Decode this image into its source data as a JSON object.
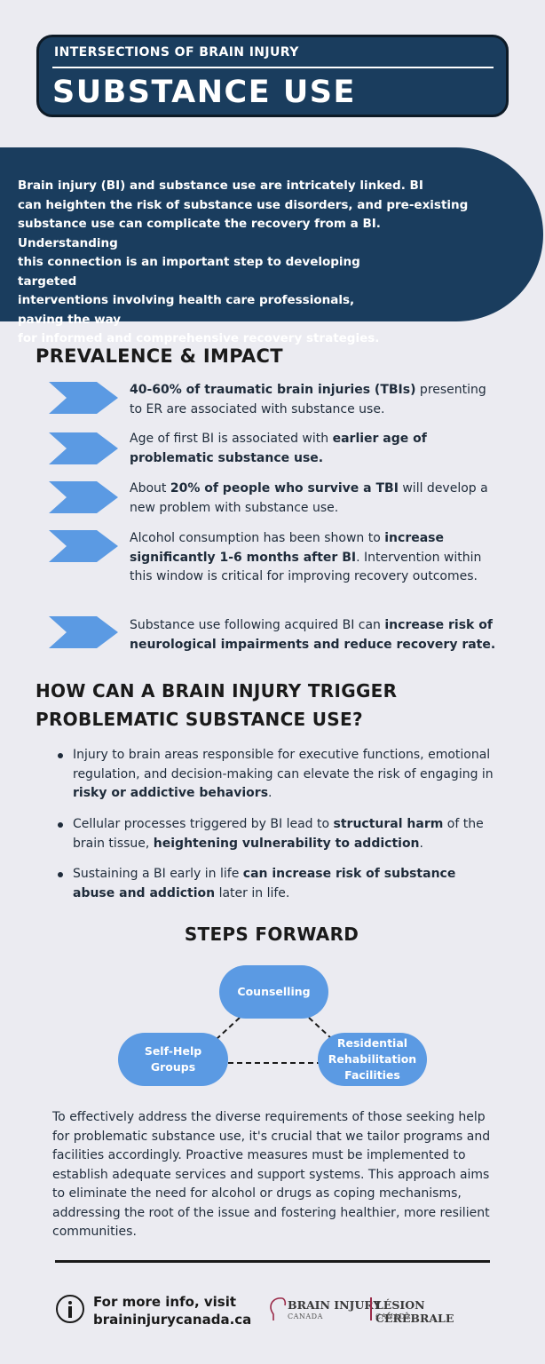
{
  "header": {
    "kicker": "INTERSECTIONS OF BRAIN INJURY",
    "title": "SUBSTANCE USE"
  },
  "intro": {
    "text": "Brain injury (BI) and substance use are intricately linked. BI\ncan heighten the risk of substance use disorders, and pre-existing\nsubstance use can complicate the recovery from a BI.\nUnderstanding\nthis connection is an important step to developing\ntargeted\ninterventions involving health care professionals,\npaving the way\nfor informed and comprehensive recovery strategies."
  },
  "prevalence": {
    "heading": "PREVALENCE & IMPACT",
    "facts": [
      {
        "b1": "40-60% of traumatic brain injuries (TBIs)",
        "t1": " presenting to ER are associated with substance use.",
        "b2": "",
        "t2": ""
      },
      {
        "t0": "Age of first BI is associated with ",
        "b1": "earlier age of problematic substance use.",
        "t1": ""
      },
      {
        "t0": "About ",
        "b1": "20% of people who survive a TBI",
        "t1": " will develop a new problem with substance use."
      },
      {
        "t0": "Alcohol consumption has been shown to ",
        "b1": "increase significantly 1-6 months after BI",
        "t1": ". Intervention within this window is critical for improving recovery outcomes."
      },
      {
        "t0": "Substance use following acquired BI can ",
        "b1": "increase risk of neurological impairments and reduce recovery rate.",
        "t1": ""
      }
    ]
  },
  "trigger": {
    "heading": "HOW CAN A BRAIN INJURY TRIGGER PROBLEMATIC SUBSTANCE USE?",
    "bullets": [
      {
        "t0": "Injury to brain areas responsible for executive functions, emotional regulation, and decision-making can elevate the risk of engaging in ",
        "b1": "risky or addictive behaviors",
        "t1": ".",
        "b2": "",
        "t2": ""
      },
      {
        "t0": "Cellular processes triggered by BI lead to ",
        "b1": "structural harm",
        "t1": " of the brain tissue, ",
        "b2": "heightening vulnerability to addiction",
        "t2": "."
      },
      {
        "t0": "Sustaining a BI early in life ",
        "b1": "can increase risk of substance abuse and addiction",
        "t1": " later in life.",
        "b2": "",
        "t2": ""
      }
    ]
  },
  "steps": {
    "heading": "STEPS FORWARD",
    "nodes": {
      "counselling": "Counselling",
      "self_help": "Self-Help\nGroups",
      "residential": "Residential\nRehabilitation\nFacilities"
    },
    "node_color": "#5b9ae3"
  },
  "closing": {
    "text": "To effectively address the diverse requirements of those seeking help for problematic substance use, it's crucial that we tailor programs and facilities accordingly. Proactive measures must be implemented to establish adequate services and support systems. This approach aims to eliminate the need for alcohol or drugs as coping mechanisms, addressing the root of the issue and fostering healthier, more resilient communities."
  },
  "footer": {
    "info_line1": "For more info, visit",
    "info_line2": "braininjurycanada.ca",
    "icon": "info-icon",
    "logo": {
      "en": "BRAIN INJURY",
      "en_sub": "CANADA",
      "fr": "LÉSION CÉRÉBRALE",
      "fr_sub": "CANADA"
    }
  },
  "colors": {
    "navy": "#1a3d5e",
    "arrow_blue": "#5b9ae3",
    "background": "#ebebf1",
    "logo_accent": "#9a2a48"
  }
}
